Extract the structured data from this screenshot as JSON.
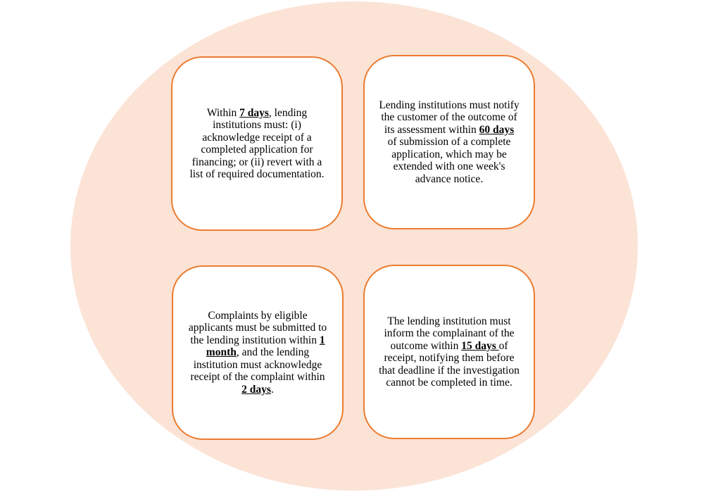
{
  "cards": {
    "top_left": {
      "before": "Within ",
      "emph": "7 days",
      "after": ", lending institutions must: (i) acknowledge receipt of a completed application for financing; or (ii) revert with a list of required documentation."
    },
    "top_right": {
      "before": "Lending institutions must notify the customer of the outcome of its assessment within ",
      "emph": "60 days",
      "after": " of submission of a complete application, which may be extended with one week's advance notice."
    },
    "bottom_left": {
      "before": "Complaints by eligible applicants must be submitted to the lending institution within ",
      "emph": "1 month",
      "middle": ", and the lending institution must acknowledge receipt of the complaint within ",
      "emph2": "2 days",
      "after": "."
    },
    "bottom_right": {
      "before": "The lending institution must inform the complainant of the outcome within ",
      "emph": "15 days ",
      "after": "of receipt, notifying them before that deadline if the investigation cannot be completed in time."
    }
  },
  "colors": {
    "background_ellipse": "#fbe3d6",
    "card_border": "#ec7c30",
    "card_fill": "#ffffff"
  }
}
